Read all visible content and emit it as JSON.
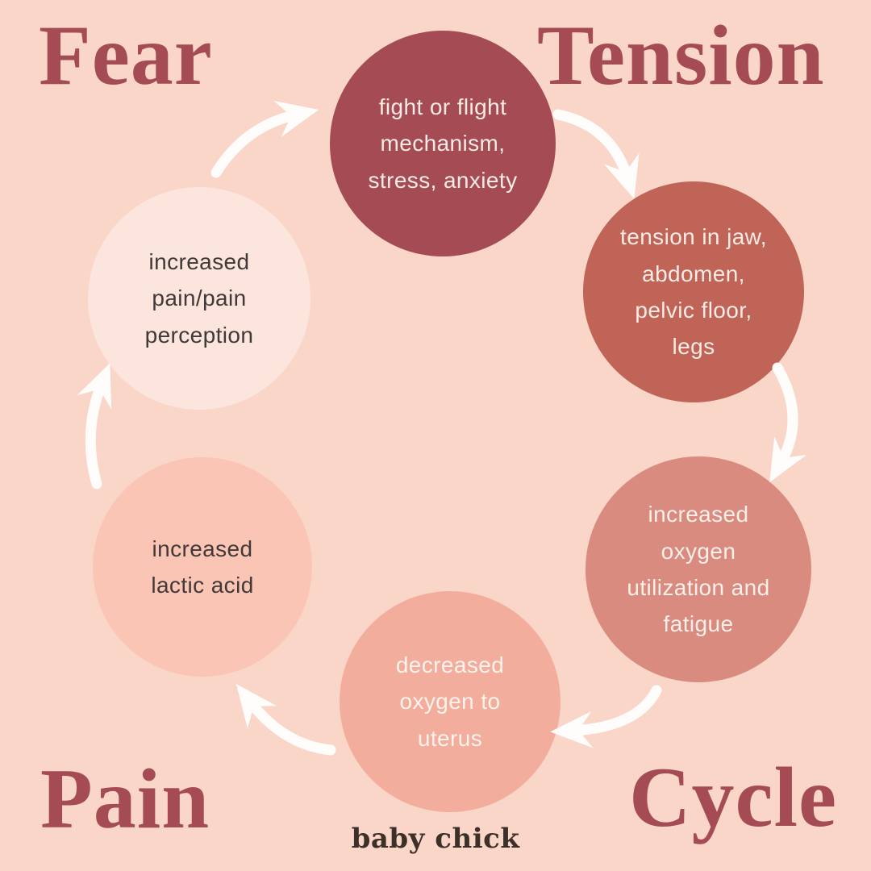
{
  "titles": {
    "top_left": "Fear",
    "top_right": "Tension",
    "bottom_left": "Pain",
    "bottom_right": "Cycle"
  },
  "brand": "baby chick",
  "cycle_steps": [
    {
      "id": "fight-or-flight",
      "label": "fight or flight\nmechanism,\nstress, anxiety",
      "fill": "#A54B53",
      "text_color": "#F9EBE5"
    },
    {
      "id": "tension-in-body",
      "label": "tension in jaw,\nabdomen,\npelvic floor,\nlegs",
      "fill": "#BF6457",
      "text_color": "#F9EBE5"
    },
    {
      "id": "oxygen-utilization",
      "label": "increased\noxygen\nutilization and\nfatigue",
      "fill": "#D98B7F",
      "text_color": "#FBEFE9"
    },
    {
      "id": "decreased-oxygen",
      "label": "decreased\noxygen to\nuterus",
      "fill": "#F3AD9D",
      "text_color": "#FDF3EC"
    },
    {
      "id": "lactic-acid",
      "label": "increased\nlactic acid",
      "fill": "#FBC5B6",
      "text_color": "#3F3938"
    },
    {
      "id": "pain-perception",
      "label": "increased\npain/pain\nperception",
      "fill": "#FCE5DD",
      "text_color": "#3F3938"
    }
  ],
  "arrows": [
    {
      "from": "pain-perception",
      "to": "fight-or-flight"
    },
    {
      "from": "fight-or-flight",
      "to": "tension-in-body"
    },
    {
      "from": "tension-in-body",
      "to": "oxygen-utilization"
    },
    {
      "from": "oxygen-utilization",
      "to": "decreased-oxygen"
    },
    {
      "from": "decreased-oxygen",
      "to": "lactic-acid"
    },
    {
      "from": "lactic-acid",
      "to": "pain-perception"
    }
  ],
  "colors": {
    "background": "#FAD6C9",
    "heading": "#A54B54",
    "arrow": "#FFFDFB",
    "brand_text": "#3D3029"
  }
}
